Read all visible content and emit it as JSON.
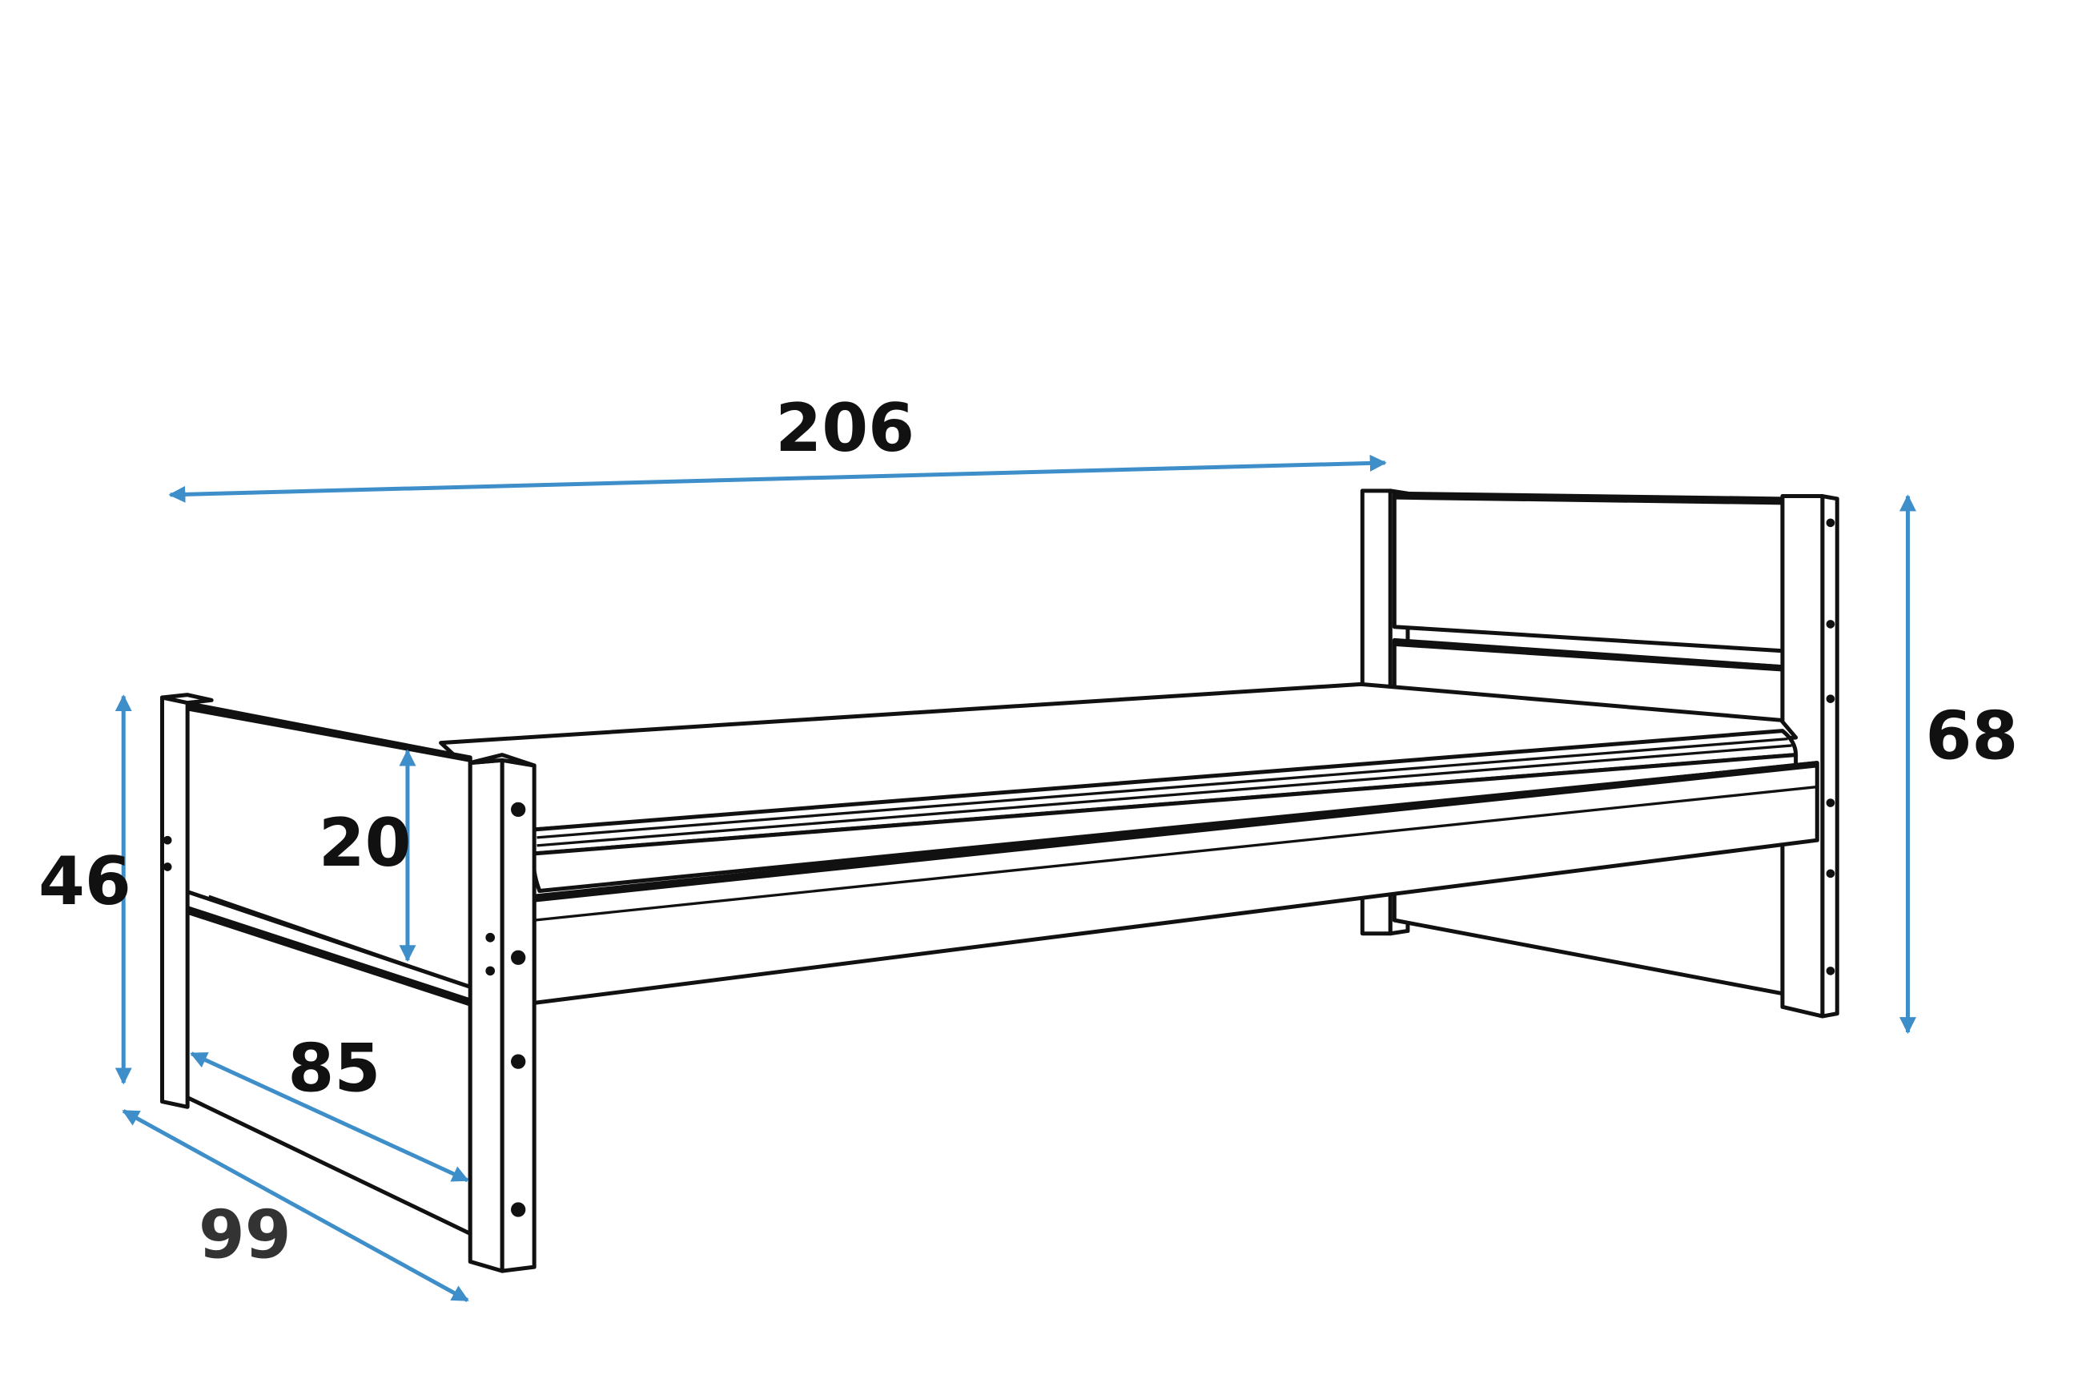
{
  "colors": {
    "dimension_arrow": "#3d8ec9",
    "outline": "#111111",
    "label_primary": "#111111",
    "label_secondary": "#333333"
  },
  "dimensions": {
    "length": {
      "label": "206"
    },
    "headboard_height": {
      "label": "68"
    },
    "footboard_height": {
      "label": "46"
    },
    "side_rail_height": {
      "label": "20"
    },
    "inner_width": {
      "label": "85"
    },
    "outer_width": {
      "label": "99"
    }
  }
}
